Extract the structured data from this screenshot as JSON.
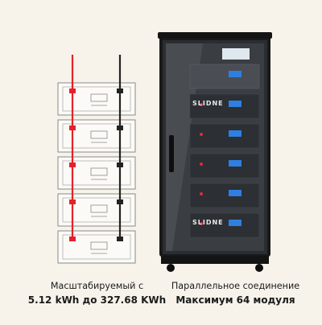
{
  "left_panel": {
    "caption_line1": "Масштабируемый с",
    "caption_line2": "5.12 kWh до 327.68 KWh",
    "module_count": 5,
    "cable_colors": {
      "positive": "#e5212a",
      "negative": "#222222"
    }
  },
  "right_panel": {
    "caption_line1": "Параллельное соединение",
    "caption_line2": "Максимум 64 модуля",
    "brand_logo": "SLIDNE",
    "logo_count": 2,
    "module_count": 5
  },
  "colors": {
    "background": "#f7f3ea",
    "module_outline": "#8a8a8a",
    "cabinet_frame": "#1a1a1a",
    "glass": "#3b3f45",
    "accent_red": "#d8303a",
    "display_blue": "#2f7fe0"
  }
}
